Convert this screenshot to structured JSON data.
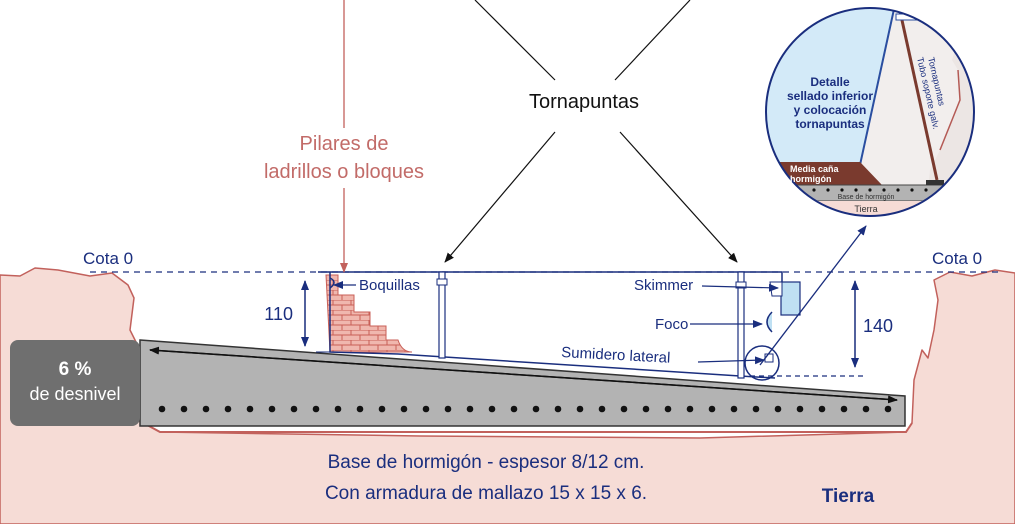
{
  "labels": {
    "tornapuntas": "Tornapuntas",
    "pilares_line1": "Pilares de",
    "pilares_line2": "ladrillos o bloques",
    "cota_left": "Cota 0",
    "cota_right": "Cota 0",
    "boquillas": "Boquillas",
    "skimmer": "Skimmer",
    "foco": "Foco",
    "sumidero": "Sumidero lateral",
    "dim_left": "110",
    "dim_right": "140",
    "slope_value": "6 %",
    "slope_text": "de desnivel",
    "base_line1": "Base de hormigón - espesor 8/12 cm.",
    "base_line2": "Con armadura de mallazo 15 x 15 x 6.",
    "tierra": "Tierra"
  },
  "detail": {
    "title_line1": "Detalle",
    "title_line2": "sellado inferior",
    "title_line3": "y colocación",
    "title_line4": "tornapuntas",
    "tube_line1": "Tornapuntas",
    "tube_line2": "Tubo soporte galv.",
    "media_line1": "Media caña",
    "media_line2": "hormigón",
    "base": "Base de hormigón",
    "tierra": "Tierra"
  },
  "colors": {
    "earth": "#f6dcd6",
    "earth_edge": "#c2615c",
    "concrete": "#b3b3b3",
    "slope_box": "#6f6f6f",
    "blue": "#1a2e7e",
    "pillar_label": "#c26b68",
    "brick": "#d86b66",
    "media_cana": "#7a3a2e",
    "water": "#cfe8f7"
  }
}
